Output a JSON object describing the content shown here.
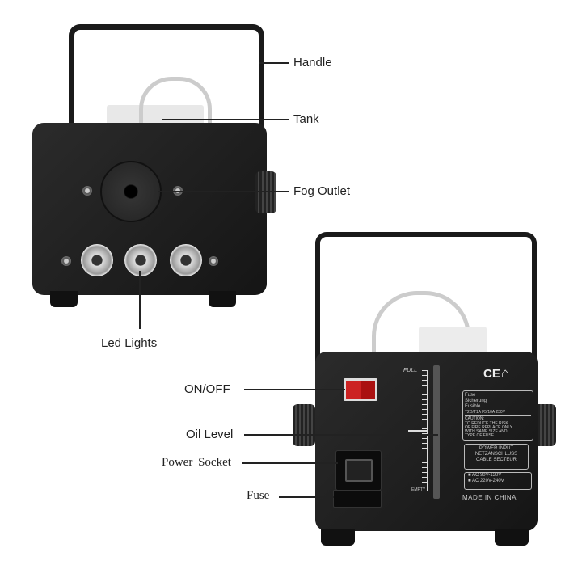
{
  "labels": {
    "handle": "Handle",
    "tank": "Tank",
    "fog_outlet": "Fog Outlet",
    "led_lights": "Led Lights",
    "on_off": "ON/OFF",
    "oil_level": "Oil Level",
    "power_socket": "Power Socket",
    "fuse": "Fuse"
  },
  "panel": {
    "full": "FULL",
    "empty": "EMPTY",
    "ce": "CE",
    "fuse_info": [
      "Fuse",
      "Sicherung",
      "Fusible",
      "T2D/T1A  F5/10A  230V"
    ],
    "caution": [
      "CAUTION:",
      "TO REDUCE THE RISK",
      "OF FIRE REPLACE ONLY",
      "WITH SAME SIZE AND",
      "TYPE OF FUSE"
    ],
    "power_input": [
      "POWER INPUT",
      "NETZANSCHLUSS",
      "CABLE SECTEUR"
    ],
    "voltage": [
      "AC 90V-130V",
      "AC 220V-240V"
    ],
    "made_in": "MADE IN CHINA"
  }
}
